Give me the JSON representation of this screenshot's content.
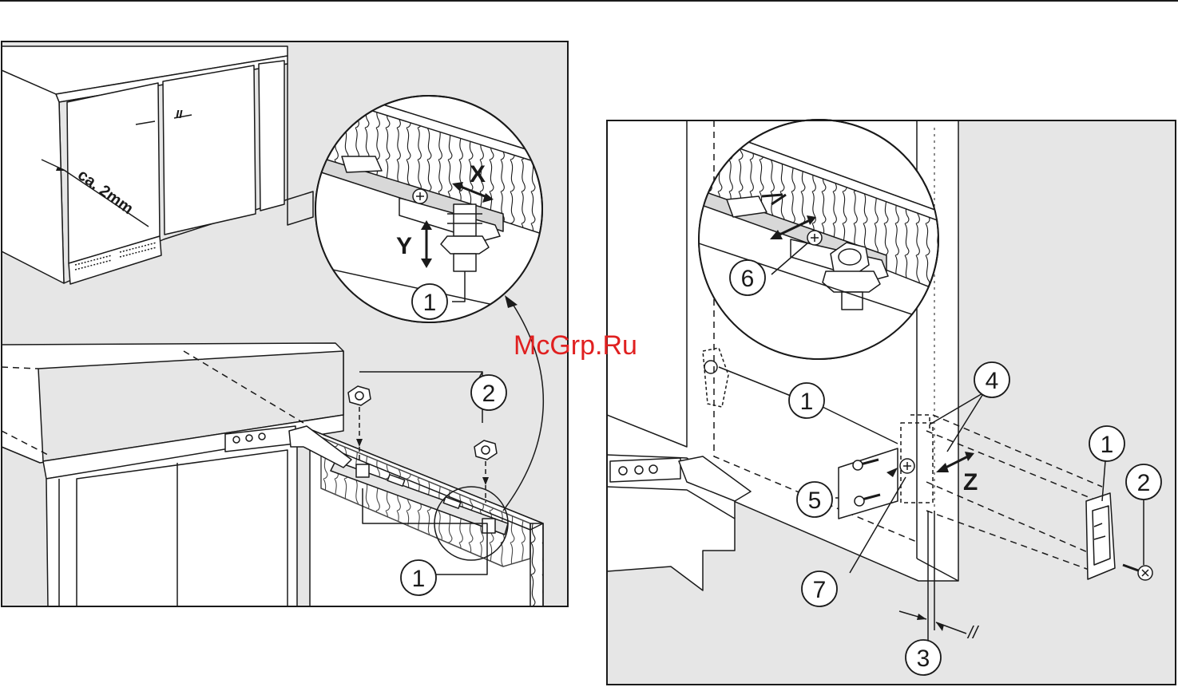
{
  "watermark": "McGrp.Ru",
  "colors": {
    "panel_bg": "#e6e6e6",
    "line": "#1a1a1a",
    "white": "#ffffff",
    "watermark": "#e02020"
  },
  "left_figure": {
    "gap_label": "ca. 2mm",
    "parallel_mark": "II",
    "axis_x": "X",
    "axis_y": "Y",
    "callouts": [
      "1",
      "2",
      "1"
    ]
  },
  "right_figure": {
    "axis_z": "Z",
    "parallel_mark": "//",
    "callouts": [
      "6",
      "1",
      "4",
      "5",
      "7",
      "1",
      "2",
      "3"
    ]
  }
}
